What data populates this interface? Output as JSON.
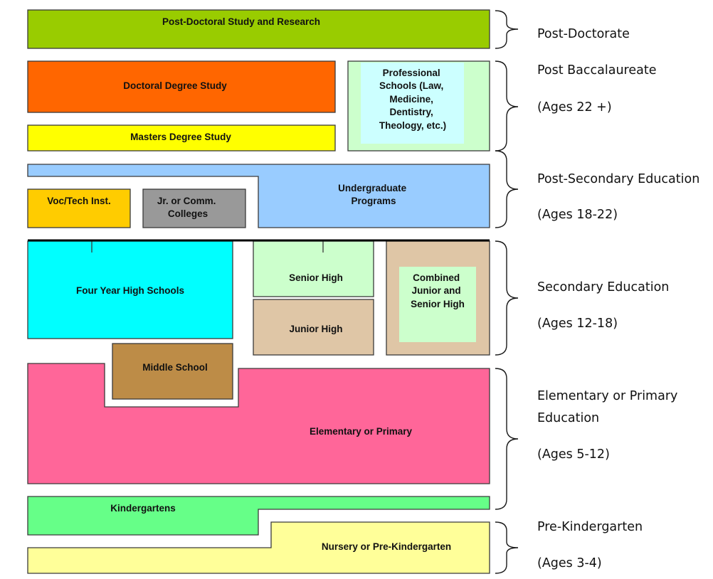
{
  "blocks": {
    "post_doctoral": "Post-Doctoral Study and Research",
    "doctoral": "Doctoral Degree Study",
    "masters": "Masters Degree Study",
    "professional": [
      "Professional",
      "Schools (Law,",
      "Medicine,",
      "Dentistry,",
      "Theology,   etc.)"
    ],
    "undergraduate": [
      "Undergraduate",
      "Programs"
    ],
    "voc_tech": "Voc/Tech Inst.",
    "jr_comm": [
      "Jr. or Comm.",
      "Colleges"
    ],
    "four_year_hs": "Four Year High Schools",
    "senior_high": "Senior High",
    "junior_high": "Junior High",
    "combined": [
      "Combined",
      "Junior and",
      "Senior High"
    ],
    "middle_school": "Middle School",
    "elementary": "Elementary or Primary",
    "kindergartens": "Kindergartens",
    "nursery": "Nursery or Pre-Kindergarten"
  },
  "levels": {
    "post_doctorate": "Post-Doctorate",
    "post_baccalaureate": "Post Baccalaureate",
    "post_baccalaureate_ages": "(Ages 22 +)",
    "post_secondary": "Post-Secondary Education",
    "post_secondary_ages": "(Ages 18-22)",
    "secondary": "Secondary Education",
    "secondary_ages": "(Ages 12-18)",
    "elementary_line1": "Elementary or Primary",
    "elementary_line2": "Education",
    "elementary_ages": "(Ages 5-12)",
    "pre_k": "Pre-Kindergarten",
    "pre_k_ages": "(Ages 3-4)"
  },
  "colors": {
    "post_doctoral": "#99cc00",
    "doctoral": "#ff6600",
    "masters": "#ffff00",
    "professional_outer": "#ccffcc",
    "professional_inner": "#ccffff",
    "undergraduate": "#99ccff",
    "voc_tech": "#ffcc00",
    "jr_comm": "#999999",
    "four_year_hs": "#00ffff",
    "senior_high": "#ccffcc",
    "junior_high": "#dfc6a6",
    "combined_outer": "#dfc6a6",
    "combined_inner": "#ccffcc",
    "middle_school": "#bd8c47",
    "elementary": "#ff6699",
    "kindergartens": "#66ff88",
    "nursery": "#ffff99"
  }
}
